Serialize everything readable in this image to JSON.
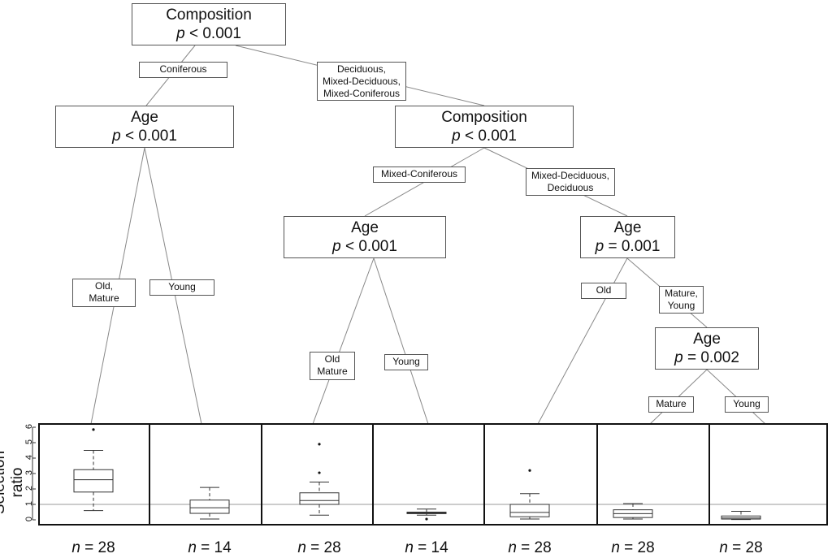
{
  "tree": {
    "nodes": [
      {
        "id": "n1",
        "variable": "Composition",
        "p_prefix": "p",
        "p_value": "< 0.001"
      },
      {
        "id": "n2",
        "variable": "Age",
        "p_prefix": "p",
        "p_value": "< 0.001"
      },
      {
        "id": "n3",
        "variable": "Composition",
        "p_prefix": "p",
        "p_value": "< 0.001"
      },
      {
        "id": "n4",
        "variable": "Age",
        "p_prefix": "p",
        "p_value": "< 0.001"
      },
      {
        "id": "n5",
        "variable": "Age",
        "p_prefix": "p",
        "p_value": "= 0.001"
      },
      {
        "id": "n6",
        "variable": "Age",
        "p_prefix": "p",
        "p_value": "= 0.002"
      }
    ],
    "edges": [
      {
        "label": "Coniferous"
      },
      {
        "label": "Deciduous,\nMixed-Deciduous,\nMixed-Coniferous"
      },
      {
        "label": "Old,\nMature"
      },
      {
        "label": "Young"
      },
      {
        "label": "Mixed-Coniferous"
      },
      {
        "label": "Mixed-Deciduous,\nDeciduous"
      },
      {
        "label": "Old\nMature"
      },
      {
        "label": "Young"
      },
      {
        "label": "Old"
      },
      {
        "label": "Mature,\nYoung"
      },
      {
        "label": "Mature"
      },
      {
        "label": "Young"
      }
    ]
  },
  "chart_data": {
    "type": "boxplot",
    "ylabel": "Selection ratio",
    "ylim": [
      0,
      6
    ],
    "yticks": [
      "0",
      "1",
      "2",
      "3",
      "4",
      "5",
      "6"
    ],
    "reference_line": 1,
    "n_prefix": "n",
    "leaves": [
      {
        "n": "= 28",
        "min": 0.6,
        "q1": 1.8,
        "median": 2.6,
        "q3": 3.25,
        "max": 4.5,
        "outliers": [
          5.85
        ]
      },
      {
        "n": "= 14",
        "min": 0.05,
        "q1": 0.42,
        "median": 0.78,
        "q3": 1.28,
        "max": 2.1,
        "outliers": []
      },
      {
        "n": "= 28",
        "min": 0.3,
        "q1": 1.0,
        "median": 1.25,
        "q3": 1.75,
        "max": 2.45,
        "outliers": [
          3.05,
          4.9
        ]
      },
      {
        "n": "= 14",
        "min": 0.3,
        "q1": 0.4,
        "median": 0.45,
        "q3": 0.5,
        "max": 0.7,
        "outliers": [
          0.05
        ]
      },
      {
        "n": "= 28",
        "min": 0.05,
        "q1": 0.2,
        "median": 0.48,
        "q3": 1.0,
        "max": 1.7,
        "outliers": [
          3.2
        ]
      },
      {
        "n": "= 28",
        "min": 0.05,
        "q1": 0.15,
        "median": 0.4,
        "q3": 0.65,
        "max": 1.05,
        "outliers": []
      },
      {
        "n": "= 28",
        "min": 0.02,
        "q1": 0.05,
        "median": 0.12,
        "q3": 0.25,
        "max": 0.55,
        "outliers": []
      }
    ]
  }
}
